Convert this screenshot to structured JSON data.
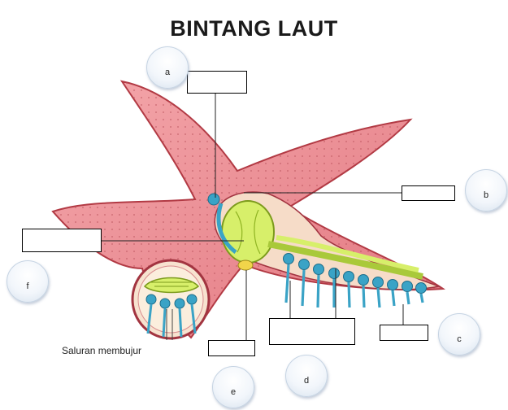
{
  "diagram": {
    "title": "BINTANG LAUT",
    "caption": "Saluran membujur",
    "badges": {
      "a": "a",
      "b": "b",
      "c": "c",
      "d": "d",
      "e": "e",
      "f": "f"
    },
    "colors": {
      "arm_fill": "#e8848a",
      "arm_stroke": "#b23a44",
      "organ_green": "#d7ef6a",
      "ampulla_blue": "#3aa3c6",
      "cavity": "#f6dcc8"
    }
  }
}
